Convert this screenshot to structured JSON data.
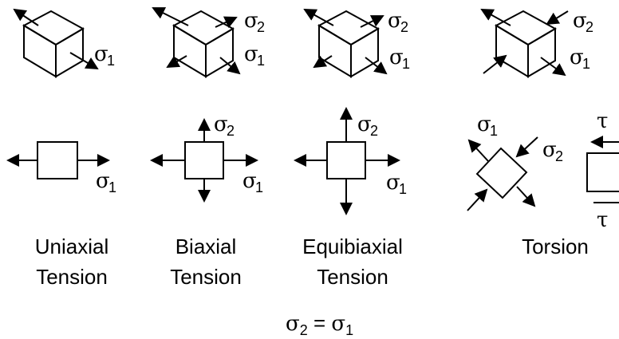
{
  "symbols": {
    "sigma": "σ",
    "tau": "τ",
    "sub1": "1",
    "sub2": "2"
  },
  "columns": [
    {
      "line1": "Uniaxial",
      "line2": "Tension"
    },
    {
      "line1": "Biaxial",
      "line2": "Tension"
    },
    {
      "line1": "Equibiaxial",
      "line2": "Tension"
    },
    {
      "line1": "Torsion",
      "line2": ""
    }
  ],
  "footnote": {
    "lhs": "σ",
    "lhs_sub": "2",
    "eq": " = ",
    "rhs": "σ",
    "rhs_sub": "1"
  }
}
